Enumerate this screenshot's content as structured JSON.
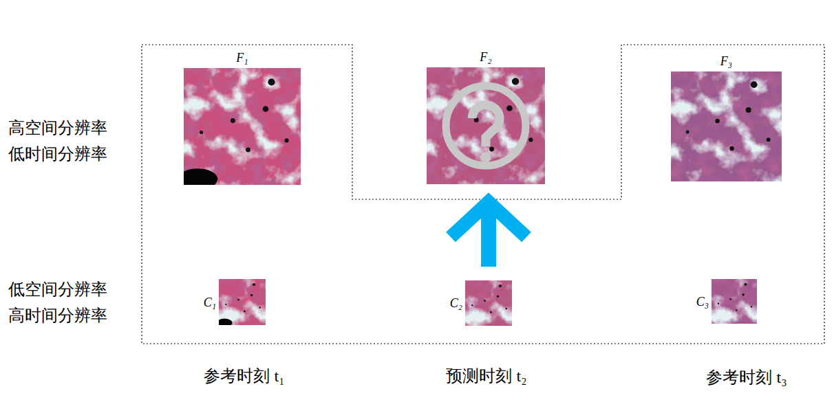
{
  "diagram": {
    "nodes": [
      {
        "text": [
          "F₁"
        ]
      },
      {
        "text": [
          "F₂"
        ]
      },
      {
        "text": [
          "F₃"
        ]
      },
      {
        "text": [
          "C₁"
        ]
      },
      {
        "text": [
          "C₂"
        ]
      },
      {
        "text": [
          "C₃"
        ]
      }
    ],
    "edges": [
      {
        "from": 4,
        "to": 1,
        "arrow": "to"
      }
    ],
    "labels": [
      "高空间分辨率",
      "低时间分辨率",
      "低空间分辨率",
      "高时间分辨率",
      "参考时刻 t₁",
      "预测时刻 t₂",
      "参考时刻 t₃"
    ]
  }
}
